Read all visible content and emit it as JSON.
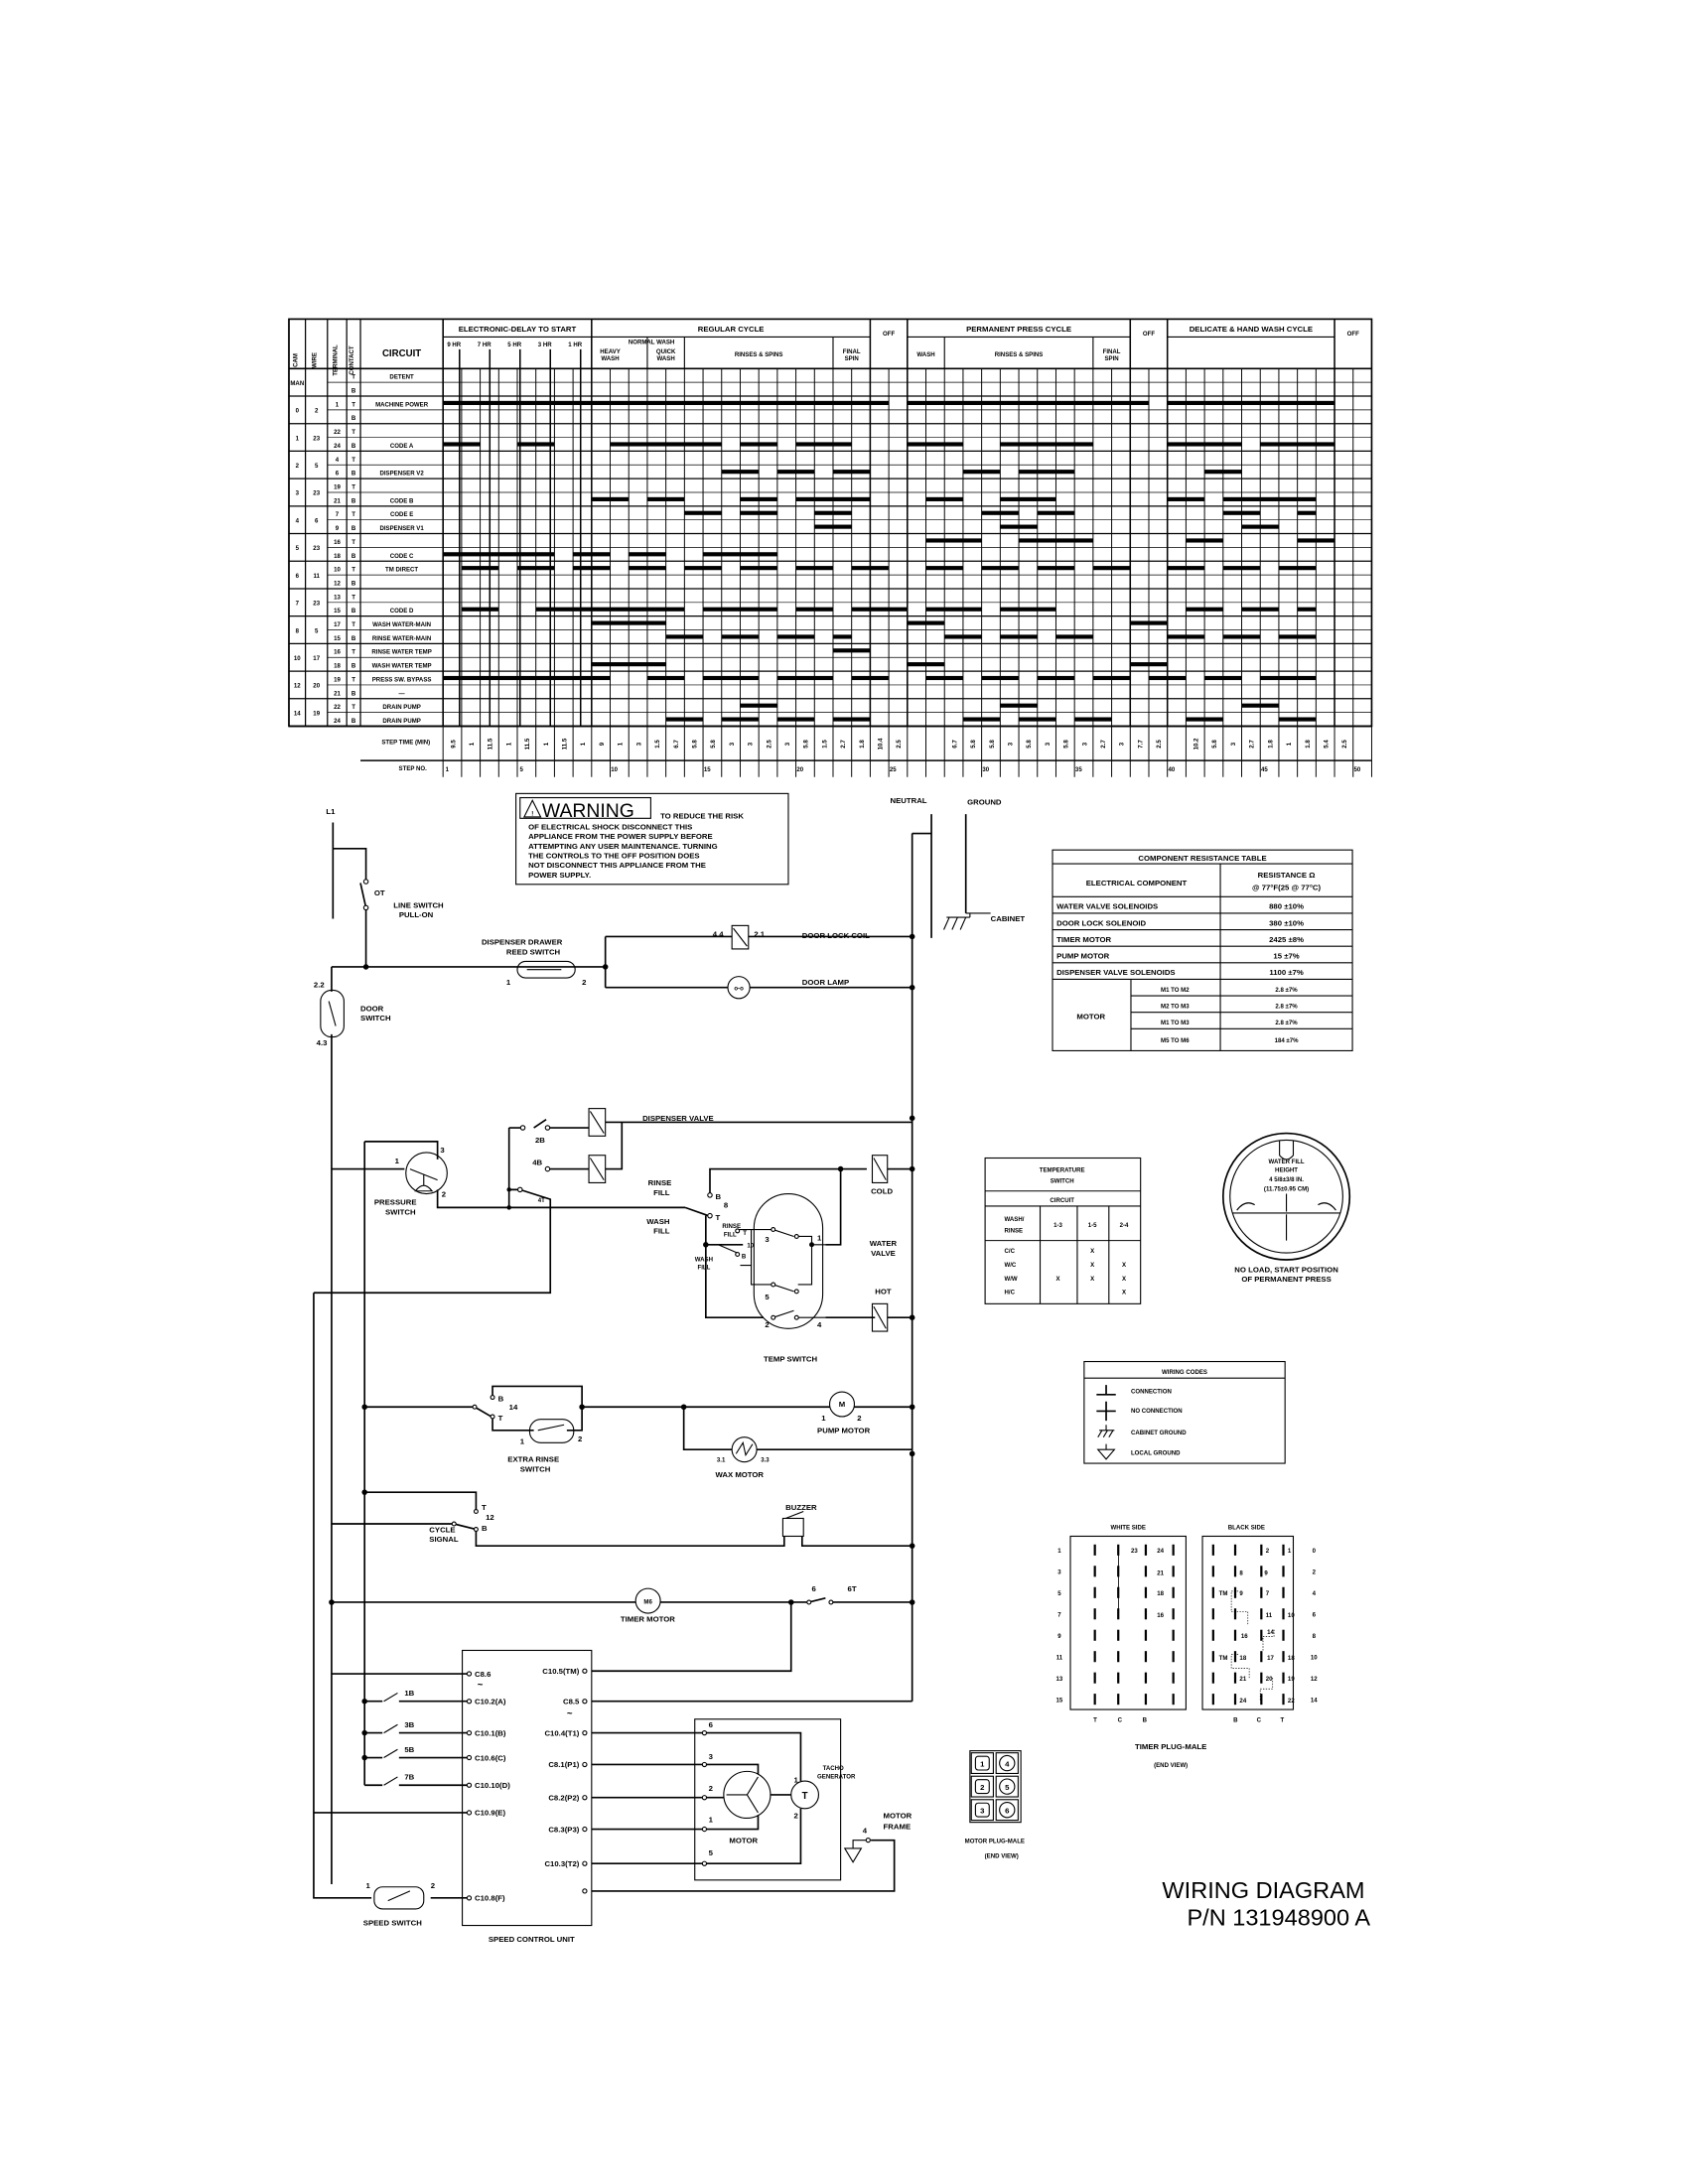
{
  "timing_chart": {
    "header": {
      "cam": "CAM",
      "wire": "WIRE",
      "terminal": "TERMINAL",
      "contact": "CONTACT",
      "circuit": "CIRCUIT",
      "delay": "ELECTRONIC-DELAY TO START",
      "delay_hours": [
        "9 HR",
        "7 HR",
        "5 HR",
        "3 HR",
        "1 HR"
      ],
      "regular": "REGULAR CYCLE",
      "heavy": "HEAVY WASH",
      "normal": "NORMAL WASH",
      "quick": "QUICK WASH",
      "rinses": "RINSES & SPINS",
      "final": "FINAL SPIN",
      "off": "OFF",
      "perm": "PERMANENT PRESS CYCLE",
      "wash": "WASH",
      "delicate": "DELICATE & HAND WASH CYCLE"
    },
    "cam_groups": [
      {
        "cam": "MAN",
        "wire": ""
      },
      {
        "cam": "0",
        "wire": "2"
      },
      {
        "cam": "1",
        "wire": "23"
      },
      {
        "cam": "2",
        "wire": "5"
      },
      {
        "cam": "3",
        "wire": "23"
      },
      {
        "cam": "4",
        "wire": "6"
      },
      {
        "cam": "5",
        "wire": "23"
      },
      {
        "cam": "6",
        "wire": "11"
      },
      {
        "cam": "7",
        "wire": "23"
      },
      {
        "cam": "8",
        "wire": "5"
      },
      {
        "cam": "10",
        "wire": "17"
      },
      {
        "cam": "12",
        "wire": "20"
      },
      {
        "cam": "14",
        "wire": "19"
      }
    ],
    "rows": [
      {
        "term": "",
        "contact": "T",
        "circuit": "DETENT",
        "bars": []
      },
      {
        "term": "",
        "contact": "B",
        "circuit": "",
        "bars": []
      },
      {
        "term": "1",
        "contact": "T",
        "circuit": "MACHINE POWER",
        "bars": [
          [
            1,
            24
          ],
          [
            26,
            38
          ],
          [
            40,
            48
          ]
        ]
      },
      {
        "term": "",
        "contact": "B",
        "circuit": "",
        "bars": []
      },
      {
        "term": "22",
        "contact": "T",
        "circuit": "",
        "bars": []
      },
      {
        "term": "24",
        "contact": "B",
        "circuit": "CODE A",
        "bars": [
          [
            1,
            2
          ],
          [
            5,
            6
          ],
          [
            10,
            15
          ],
          [
            17,
            18
          ],
          [
            20,
            22
          ],
          [
            26,
            28
          ],
          [
            31,
            35
          ],
          [
            40,
            43
          ],
          [
            45,
            48
          ]
        ]
      },
      {
        "term": "4",
        "contact": "T",
        "circuit": "",
        "bars": []
      },
      {
        "term": "6",
        "contact": "B",
        "circuit": "DISPENSER V2",
        "bars": [
          [
            16,
            17
          ],
          [
            19,
            20
          ],
          [
            22,
            23
          ],
          [
            29,
            30
          ],
          [
            32,
            34
          ],
          [
            42,
            43
          ]
        ]
      },
      {
        "term": "19",
        "contact": "T",
        "circuit": "",
        "bars": []
      },
      {
        "term": "21",
        "contact": "B",
        "circuit": "CODE B",
        "bars": [
          [
            9,
            10
          ],
          [
            12,
            13
          ],
          [
            17,
            18
          ],
          [
            20,
            23
          ],
          [
            27,
            28
          ],
          [
            31,
            33
          ],
          [
            40,
            41
          ],
          [
            43,
            47
          ]
        ]
      },
      {
        "term": "7",
        "contact": "T",
        "circuit": "CODE E",
        "bars": [
          [
            14,
            15
          ],
          [
            17,
            18
          ],
          [
            21,
            22
          ],
          [
            30,
            31
          ],
          [
            33,
            34
          ],
          [
            43,
            44
          ],
          [
            47,
            47
          ]
        ]
      },
      {
        "term": "9",
        "contact": "B",
        "circuit": "DISPENSER V1",
        "bars": [
          [
            21,
            22
          ],
          [
            31,
            32
          ],
          [
            44,
            45
          ]
        ]
      },
      {
        "term": "16",
        "contact": "T",
        "circuit": "",
        "bars": [
          [
            27,
            28
          ],
          [
            29,
            29
          ],
          [
            32,
            35
          ],
          [
            41,
            42
          ],
          [
            47,
            48
          ]
        ]
      },
      {
        "term": "18",
        "contact": "B",
        "circuit": "CODE C",
        "bars": [
          [
            1,
            6
          ],
          [
            8,
            9
          ],
          [
            11,
            12
          ],
          [
            15,
            18
          ]
        ]
      },
      {
        "term": "10",
        "contact": "T",
        "circuit": "TM DIRECT",
        "bars": [
          [
            2,
            3
          ],
          [
            5,
            6
          ],
          [
            8,
            9
          ],
          [
            11,
            12
          ],
          [
            14,
            15
          ],
          [
            17,
            18
          ],
          [
            20,
            21
          ],
          [
            23,
            24
          ],
          [
            27,
            28
          ],
          [
            30,
            31
          ],
          [
            33,
            34
          ],
          [
            36,
            37
          ],
          [
            40,
            41
          ],
          [
            43,
            44
          ],
          [
            46,
            47
          ]
        ]
      },
      {
        "term": "12",
        "contact": "B",
        "circuit": "",
        "bars": []
      },
      {
        "term": "13",
        "contact": "T",
        "circuit": "",
        "bars": []
      },
      {
        "term": "15",
        "contact": "B",
        "circuit": "CODE D",
        "bars": [
          [
            2,
            3
          ],
          [
            6,
            13
          ],
          [
            15,
            18
          ],
          [
            20,
            21
          ],
          [
            23,
            25
          ],
          [
            27,
            29
          ],
          [
            31,
            33
          ],
          [
            41,
            42
          ],
          [
            44,
            45
          ],
          [
            47,
            47
          ]
        ]
      },
      {
        "term": "17",
        "contact": "T",
        "circuit": "WASH WATER-MAIN",
        "bars": [
          [
            9,
            12
          ],
          [
            26,
            27
          ],
          [
            38,
            39
          ]
        ]
      },
      {
        "term": "15",
        "contact": "B",
        "circuit": "RINSE WATER-MAIN",
        "bars": [
          [
            13,
            14
          ],
          [
            16,
            17
          ],
          [
            19,
            20
          ],
          [
            22,
            22
          ],
          [
            28,
            29
          ],
          [
            31,
            32
          ],
          [
            34,
            35
          ],
          [
            40,
            41
          ],
          [
            43,
            44
          ],
          [
            46,
            47
          ]
        ]
      },
      {
        "term": "16",
        "contact": "T",
        "circuit": "RINSE WATER TEMP",
        "bars": [
          [
            22,
            23
          ]
        ]
      },
      {
        "term": "18",
        "contact": "B",
        "circuit": "WASH WATER TEMP",
        "bars": [
          [
            9,
            12
          ],
          [
            26,
            27
          ],
          [
            38,
            39
          ]
        ]
      },
      {
        "term": "19",
        "contact": "T",
        "circuit": "PRESS SW. BYPASS",
        "bars": [
          [
            1,
            9
          ],
          [
            12,
            13
          ],
          [
            15,
            17
          ],
          [
            19,
            21
          ],
          [
            23,
            24
          ],
          [
            27,
            28
          ],
          [
            30,
            31
          ],
          [
            33,
            34
          ],
          [
            36,
            37
          ],
          [
            39,
            40
          ],
          [
            42,
            43
          ],
          [
            45,
            47
          ]
        ]
      },
      {
        "term": "21",
        "contact": "B",
        "circuit": "—",
        "bars": []
      },
      {
        "term": "22",
        "contact": "T",
        "circuit": "DRAIN PUMP",
        "bars": [
          [
            17,
            18
          ],
          [
            31,
            32
          ],
          [
            44,
            45
          ]
        ]
      },
      {
        "term": "24",
        "contact": "B",
        "circuit": "DRAIN PUMP",
        "bars": [
          [
            13,
            14
          ],
          [
            16,
            17
          ],
          [
            19,
            20
          ],
          [
            22,
            23
          ],
          [
            29,
            30
          ],
          [
            32,
            33
          ],
          [
            35,
            36
          ],
          [
            41,
            42
          ],
          [
            46,
            47
          ]
        ]
      }
    ],
    "step_time_label": "STEP TIME (MIN)",
    "step_no_label": "STEP NO.",
    "step_times": [
      "9.5",
      "1",
      "11.5",
      "1",
      "11.5",
      "1",
      "11.5",
      "1",
      "9",
      "1",
      "3",
      "1.5",
      "6.7",
      "5.8",
      "5.8",
      "3",
      "3",
      "2.5",
      "3",
      "5.8",
      "1.5",
      "2.7",
      "1.8",
      "10.4",
      "2.5",
      "",
      "",
      "6.7",
      "5.8",
      "5.8",
      "3",
      "5.8",
      "3",
      "5.8",
      "3",
      "2.7",
      "3",
      "7.7",
      "2.5",
      "",
      "10.2",
      "5.8",
      "3",
      "2.7",
      "1.8",
      "1",
      "1.8",
      "5.4",
      "2.5",
      ""
    ],
    "step_numbers": [
      "1",
      "5",
      "10",
      "15",
      "20",
      "25",
      "30",
      "35",
      "40",
      "45",
      "50"
    ]
  },
  "warning": {
    "title": "WARNING",
    "lines": [
      "TO REDUCE THE RISK",
      "OF ELECTRICAL SHOCK DISCONNECT THIS",
      "APPLIANCE FROM THE POWER SUPPLY BEFORE",
      "ATTEMPTING ANY USER MAINTENANCE. TURNING",
      "THE CONTROLS TO THE OFF POSITION DOES",
      "NOT DISCONNECT THIS APPLIANCE FROM THE",
      "POWER SUPPLY."
    ]
  },
  "circuit": {
    "l1": "L1",
    "ot": "OT",
    "line_switch": "LINE SWITCH",
    "pull_on": "PULL-ON",
    "neutral": "NEUTRAL",
    "ground": "GROUND",
    "cabinet": "CABINET",
    "door_switch_1": "DOOR",
    "door_switch_2": "SWITCH",
    "door_t1": "2.2",
    "door_t2": "4.3",
    "reed_1": "DISPENSER DRAWER",
    "reed_2": "REED SWITCH",
    "reed_t1": "1",
    "reed_t2": "2",
    "coil_t1": "4.4",
    "coil_t2": "2.1",
    "door_lock_coil": "DOOR LOCK COIL",
    "door_lamp": "DOOR LAMP",
    "dispenser_valve": "DISPENSER VALVE",
    "sw_2b": "2B",
    "sw_4b": "4B",
    "sw_4t": "4T",
    "pressure_1": "PRESSURE",
    "pressure_2": "SWITCH",
    "ps_t1": "1",
    "ps_t2": "2",
    "ps_t3": "3",
    "rinse_fill": "RINSE",
    "fill": "FILL",
    "wash_fill": "WASH",
    "b": "B",
    "t": "T",
    "eight": "8",
    "ten": "10",
    "ts_1": "1",
    "ts_2": "2",
    "ts_3": "3",
    "ts_4": "4",
    "ts_5": "5",
    "cold": "COLD",
    "water_valve_1": "WATER",
    "water_valve_2": "VALVE",
    "hot": "HOT",
    "temp_switch": "TEMP SWITCH",
    "fourteen": "14",
    "extra_rinse_1": "EXTRA RINSE",
    "extra_rinse_2": "SWITCH",
    "er_t1": "1",
    "er_t2": "2",
    "pump_motor": "PUMP MOTOR",
    "pm_t1": "1",
    "pm_t2": "2",
    "pump_m": "M",
    "wax_motor": "WAX MOTOR",
    "wax_t1": "3.1",
    "wax_t2": "3.3",
    "twelve": "12",
    "cycle_1": "CYCLE",
    "cycle_2": "SIGNAL",
    "buzzer": "BUZZER",
    "timer_motor": "TIMER MOTOR",
    "tm_m": "M6",
    "six": "6",
    "six_t": "6T",
    "sw_1b": "1B",
    "sw_3b": "3B",
    "sw_5b": "5B",
    "sw_7b": "7B",
    "speed_switch": "SPEED SWITCH",
    "ss_t1": "1",
    "ss_t2": "2",
    "scu": "SPEED CONTROL UNIT",
    "scu_left": [
      "C8.6",
      "C10.2(A)",
      "C10.1(B)",
      "C10.6(C)",
      "C10.10(D)",
      "C10.9(E)",
      "C10.8(F)"
    ],
    "scu_right": [
      "C10.5(TM)",
      "C8.5",
      "C10.4(T1)",
      "C8.1(P1)",
      "C8.2(P2)",
      "C8.3(P3)",
      "C10.3(T2)"
    ],
    "ac": "~",
    "motor_terms": [
      "6",
      "3",
      "2",
      "1",
      "5"
    ],
    "motor": "MOTOR",
    "tacho_1": "TACHO",
    "tacho_2": "GENERATOR",
    "tacho_t": "T",
    "tg_t1": "1",
    "tg_t2": "2",
    "motor_frame_1": "MOTOR",
    "motor_frame_2": "FRAME",
    "mf_t": "4"
  },
  "resistance_table": {
    "title": "COMPONENT RESISTANCE TABLE",
    "col1": "ELECTRICAL COMPONENT",
    "col2_1": "RESISTANCE Ω",
    "col2_2": "@ 77°F(25 @ 77°C)",
    "rows": [
      {
        "name": "WATER VALVE SOLENOIDS",
        "value": "880 ±10%"
      },
      {
        "name": "DOOR LOCK SOLENOID",
        "value": "380 ±10%"
      },
      {
        "name": "TIMER MOTOR",
        "value": "2425 ±8%"
      },
      {
        "name": "PUMP MOTOR",
        "value": "15 ±7%"
      },
      {
        "name": "DISPENSER VALVE SOLENOIDS",
        "value": "1100 ±7%"
      }
    ],
    "motor_label": "MOTOR",
    "motor_rows": [
      {
        "name": "M1 TO M2",
        "value": "2.8 ±7%"
      },
      {
        "name": "M2 TO M3",
        "value": "2.8 ±7%"
      },
      {
        "name": "M1 TO M3",
        "value": "2.8 ±7%"
      },
      {
        "name": "M5 TO M6",
        "value": "184 ±7%"
      }
    ]
  },
  "temp_table": {
    "title_1": "TEMPERATURE",
    "title_2": "SWITCH",
    "circuit": "CIRCUIT",
    "col0_1": "WASH/",
    "col0_2": "RINSE",
    "cols": [
      "1-3",
      "1-5",
      "2-4"
    ],
    "rows": [
      {
        "name": "C/C",
        "marks": [
          "",
          "X",
          ""
        ]
      },
      {
        "name": "W/C",
        "marks": [
          "",
          "X",
          "X"
        ]
      },
      {
        "name": "W/W",
        "marks": [
          "X",
          "X",
          "X"
        ]
      },
      {
        "name": "H/C",
        "marks": [
          "",
          "",
          "X"
        ]
      }
    ]
  },
  "water_fill": {
    "line1": "WATER FILL",
    "line2": "HEIGHT",
    "line3": "4 5/8±3/8 IN.",
    "line4": "(11.75±0.95 CM)",
    "caption1": "NO LOAD, START POSITION",
    "caption2": "OF PERMANENT PRESS"
  },
  "wiring_codes": {
    "title": "WIRING CODES",
    "items": [
      "CONNECTION",
      "NO CONNECTION",
      "CABINET GROUND",
      "LOCAL GROUND"
    ]
  },
  "timer_plug": {
    "white_side": "WHITE SIDE",
    "black_side": "BLACK SIDE",
    "left_numbers": [
      "1",
      "3",
      "5",
      "7",
      "9",
      "11",
      "13",
      "15"
    ],
    "right_numbers": [
      "0",
      "2",
      "4",
      "6",
      "8",
      "10",
      "12",
      "14"
    ],
    "white_labels": [
      "23",
      "24",
      "21",
      "18",
      "16"
    ],
    "black_labels": [
      "2",
      "1",
      "8",
      "9",
      "TM",
      "9",
      "7",
      "11",
      "10",
      "16",
      "14",
      "TM",
      "18",
      "17",
      "18",
      "21",
      "20",
      "19",
      "24",
      "22"
    ],
    "white_bottom": [
      "T",
      "C",
      "B"
    ],
    "black_bottom": [
      "B",
      "C",
      "T"
    ],
    "title": "TIMER PLUG-MALE",
    "subtitle": "(END VIEW)"
  },
  "motor_plug": {
    "pins": [
      "1",
      "4",
      "2",
      "5",
      "3",
      "6"
    ],
    "title": "MOTOR PLUG-MALE",
    "subtitle": "(END VIEW)"
  },
  "footer": {
    "title": "WIRING DIAGRAM",
    "part_number": "P/N 131948900 A"
  }
}
